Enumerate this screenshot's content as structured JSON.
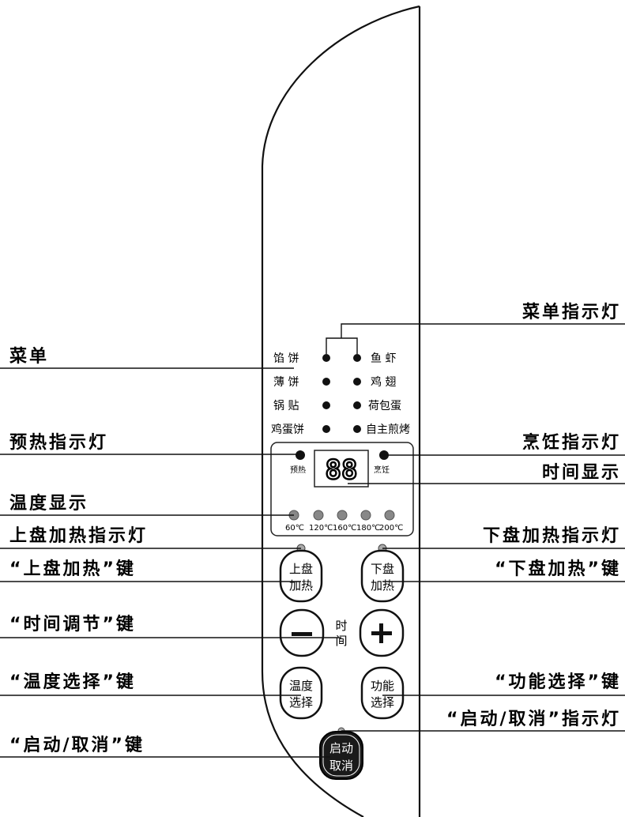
{
  "callouts": {
    "menu": "菜单",
    "menu_indicator": "菜单指示灯",
    "preheat_indicator": "预热指示灯",
    "cooking_indicator": "烹饪指示灯",
    "time_display": "时间显示",
    "temp_display": "温度显示",
    "upper_heat_indicator": "上盘加热指示灯",
    "lower_heat_indicator": "下盘加热指示灯",
    "upper_heat_key": "“上盘加热”键",
    "lower_heat_key": "“下盘加热”键",
    "time_adjust_key": "“时间调节”键",
    "temp_select_key": "“温度选择”键",
    "function_select_key": "“功能选择”键",
    "start_cancel_indicator": "“启动/取消”指示灯",
    "start_cancel_key": "“启动/取消”键"
  },
  "menu_items": {
    "left": [
      "馅 饼",
      "薄 饼",
      "锅 贴",
      "鸡蛋饼"
    ],
    "right": [
      "鱼 虾",
      "鸡 翅",
      "荷包蛋",
      "自主煎烤"
    ]
  },
  "display": {
    "digits": "88",
    "preheat": "预热",
    "cooking": "烹饪"
  },
  "temperatures": [
    "60℃",
    "120℃",
    "160℃",
    "180℃",
    "200℃"
  ],
  "buttons": {
    "upper_heat": [
      "上盘",
      "加热"
    ],
    "lower_heat": [
      "下盘",
      "加热"
    ],
    "minus": "—",
    "plus": "+",
    "time": [
      "时",
      "间"
    ],
    "temp_select": [
      "温度",
      "选择"
    ],
    "function_select": [
      "功能",
      "选择"
    ],
    "start_cancel": [
      "启动",
      "取消"
    ]
  }
}
